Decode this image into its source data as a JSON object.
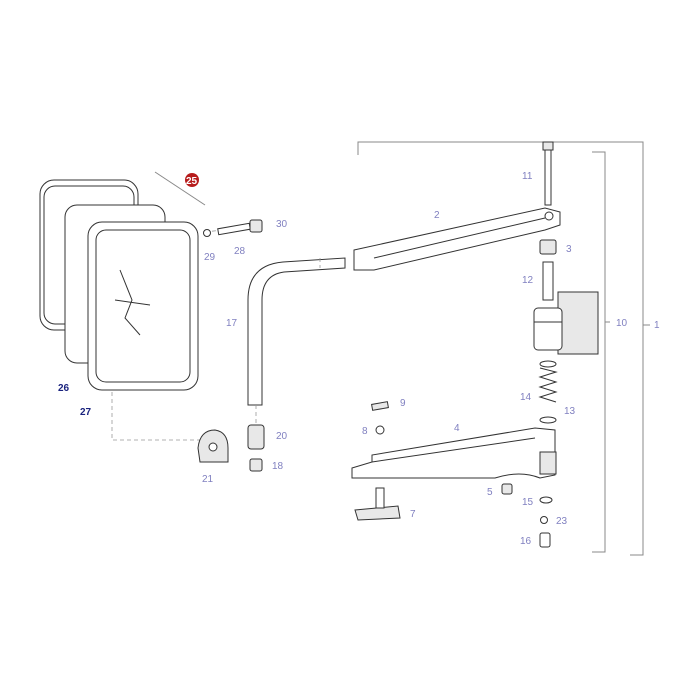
{
  "diagram": {
    "highlight_color": "#b71c1c",
    "label_color": "#8080c0",
    "dark_label_color": "#1a237e",
    "callouts": {
      "p1": "1",
      "p2": "2",
      "p3": "3",
      "p4": "4",
      "p5": "5",
      "p7": "7",
      "p8": "8",
      "p9": "9",
      "p10": "10",
      "p11": "11",
      "p12": "12",
      "p13": "13",
      "p14": "14",
      "p15": "15",
      "p16": "16",
      "p17": "17",
      "p18": "18",
      "p20": "20",
      "p21": "21",
      "p23": "23",
      "p25": "25",
      "p26": "26",
      "p27": "27",
      "p28": "28",
      "p29": "29",
      "p30": "30"
    }
  }
}
